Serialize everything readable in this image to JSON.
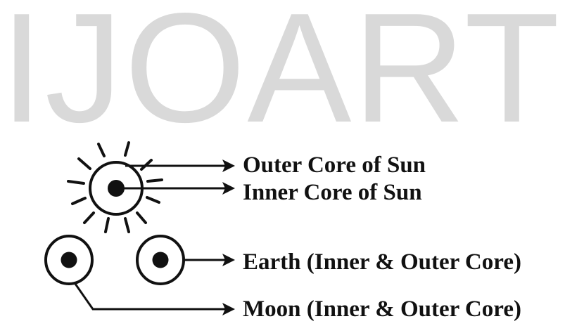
{
  "watermark": {
    "text": "IJOART"
  },
  "labels": {
    "outer_core": "Outer Core of Sun",
    "inner_core": "Inner Core of Sun",
    "earth": "Earth (Inner & Outer Core)",
    "moon": "Moon (Inner & Outer Core)"
  },
  "colors": {
    "ink": "#111111",
    "watermark": "#d9d9d9",
    "background": "#ffffff"
  }
}
